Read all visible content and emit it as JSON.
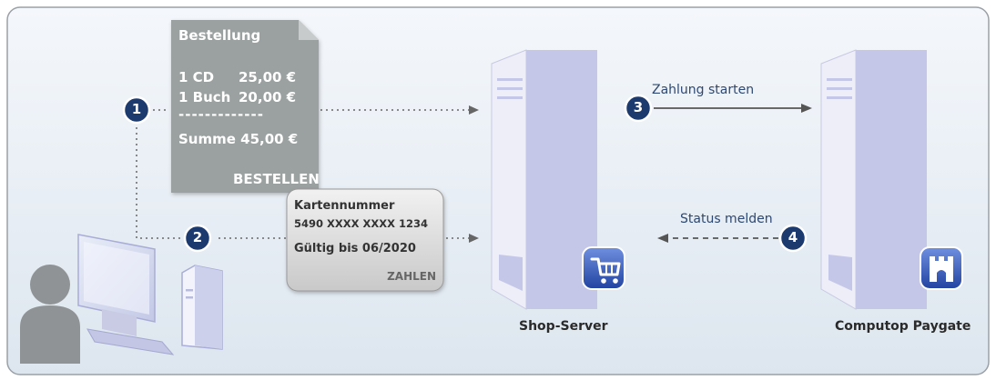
{
  "order_slip": {
    "title": "Bestellung",
    "items": [
      {
        "label": "1 CD",
        "price": "25,00 €"
      },
      {
        "label": "1 Buch",
        "price": "20,00 €"
      }
    ],
    "separator": "-------------",
    "total": "Summe 45,00 €",
    "button": "BESTELLEN"
  },
  "card": {
    "number_label": "Kartennummer",
    "number": "5490 XXXX XXXX 1234",
    "valid": "Gültig bis 06/2020",
    "button": "ZAHLEN"
  },
  "steps": [
    "1",
    "2",
    "3",
    "4"
  ],
  "flows": {
    "start": "Zahlung starten",
    "status": "Status melden"
  },
  "servers": {
    "shop": "Shop-Server",
    "paygate": "Computop Paygate"
  },
  "icons": [
    "shopping-cart-icon",
    "castle-tower-icon",
    "user-icon",
    "desktop-computer-icon"
  ],
  "colors": {
    "step_badge": "#1d3a6e",
    "server_side": "#c5c7e8",
    "server_front": "#eeeef8",
    "app_icon": "#3657b5",
    "slip": "#9ba0a0"
  }
}
